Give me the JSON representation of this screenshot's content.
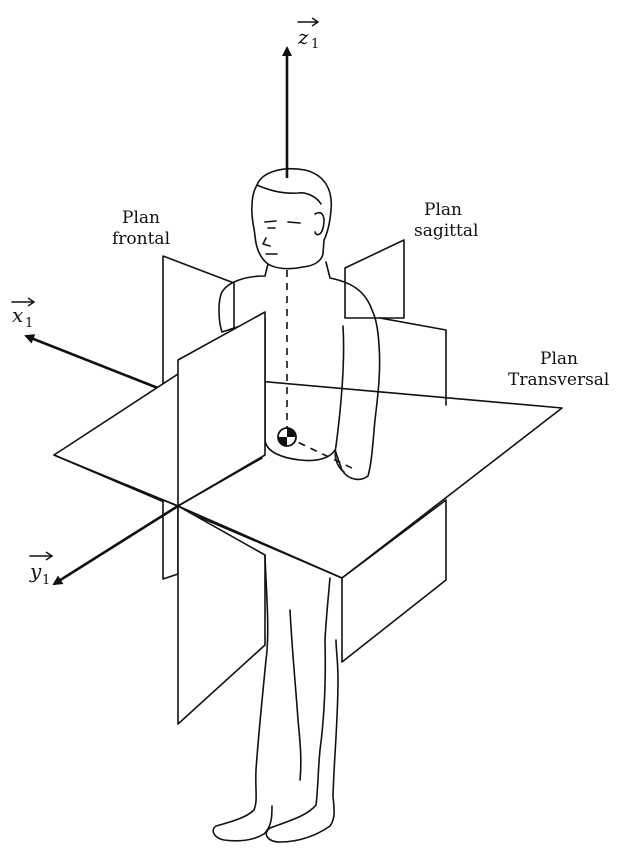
{
  "labels": {
    "frontal_line1": "Plan",
    "frontal_line2": "frontal",
    "sagittal_line1": "Plan",
    "sagittal_line2": "sagittal",
    "transversal_line1": "Plan",
    "transversal_line2": "Transversal"
  },
  "axes": {
    "z": {
      "letter": "z",
      "subscript": "1"
    },
    "x": {
      "letter": "x",
      "subscript": "1"
    },
    "y": {
      "letter": "y",
      "subscript": "1"
    }
  },
  "colors": {
    "line": "#111111",
    "background": "#ffffff"
  }
}
